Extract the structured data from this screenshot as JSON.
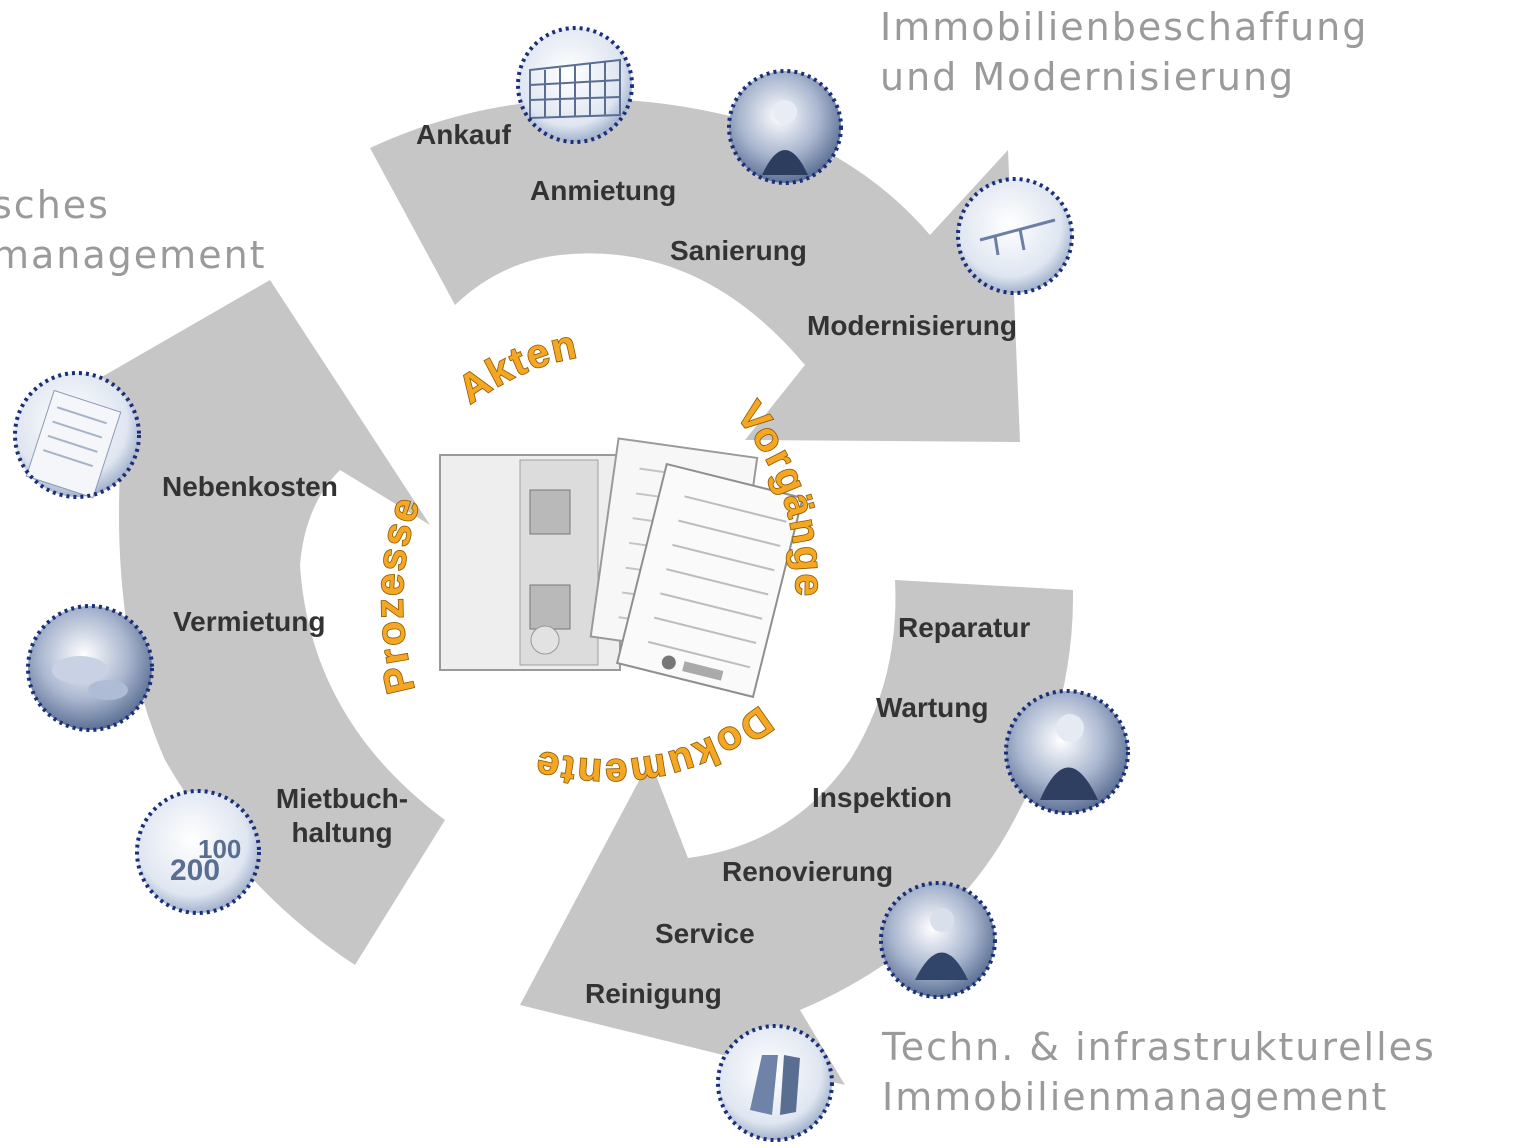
{
  "center_words": [
    "Akten",
    "Vorgänge",
    "Dokumente",
    "Prozesse"
  ],
  "sections": {
    "top": {
      "title_lines": [
        "Immobilienbeschaffung",
        "und Modernisierung"
      ],
      "steps": [
        "Ankauf",
        "Anmietung",
        "Sanierung",
        "Modernisierung"
      ]
    },
    "left": {
      "title_lines": [
        "sches",
        "management"
      ],
      "steps": [
        "Nebenkosten",
        "Vermietung",
        "Mietbuch-",
        "haltung"
      ]
    },
    "bottom": {
      "title_lines": [
        "Techn. & infrastrukturelles",
        "Immobilienmanagement"
      ],
      "steps": [
        "Reparatur",
        "Wartung",
        "Inspektion",
        "Renovierung",
        "Service",
        "Reinigung"
      ]
    }
  },
  "photos": [
    "skyscraper-photo",
    "engineer-photo",
    "caliper-photo",
    "documents-photo",
    "coins-photo",
    "banknotes-photo",
    "technician-photo",
    "office-worker-photo",
    "gloves-photo"
  ],
  "colors": {
    "arrow": "#c6c6c6",
    "badge_border": "#1a2f7a",
    "center_word": "#f5a623",
    "title": "#9a9a9a"
  }
}
